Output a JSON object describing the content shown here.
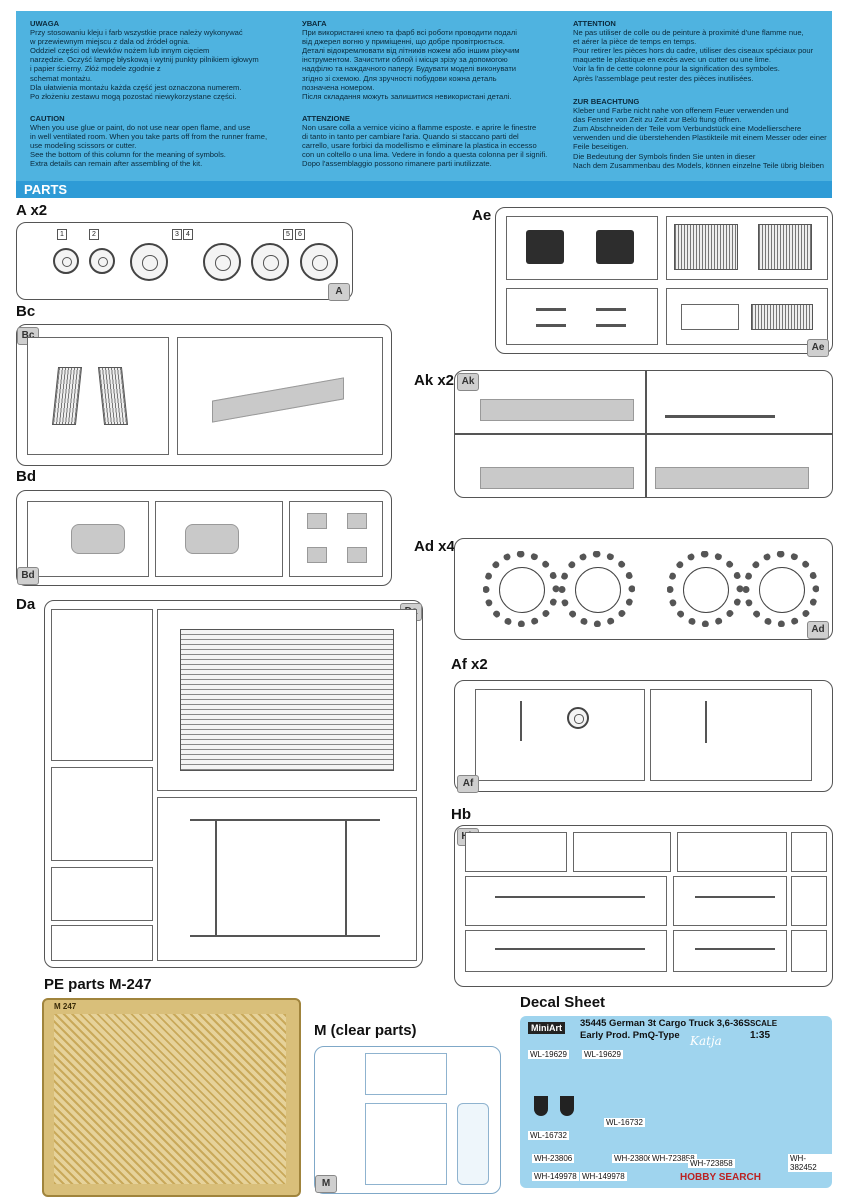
{
  "warnings": {
    "uwaga": {
      "title": "UWAGA",
      "lines": [
        "Przy stosowaniu kleju i farb wszystkie prace należy wykonywać",
        "w przewiewnym miejscu z dala od źródeł ognia.",
        "Oddziel części od wlewków nożem lub innym cięciem",
        "narzędzie. Oczyść lampę błyskową i wytnij punkty pilnikiem igłowym",
        "i papier ścierny. Złóż modele zgodnie z",
        "schemat montażu.",
        "Dla ułatwienia montażu każda część jest oznaczona numerem.",
        "Po złożeniu zestawu mogą pozostać niewykorzystane części."
      ]
    },
    "caution": {
      "title": "CAUTION",
      "lines": [
        "When you use glue or paint, do not use near open flame, and use",
        "in well ventilated room. When you take parts off from the runner frame,",
        "use modeling scissors or cutter.",
        "See the bottom of this column for the meaning of symbols.",
        "Extra details can remain after assembling of the kit."
      ]
    },
    "uvaga": {
      "title": "УВАГА",
      "lines": [
        "При використанні клею та фарб всі роботи проводити подалі",
        "від джерел вогню у приміщенні, що добре провітрюється.",
        "Деталі відокремлювати від літників ножем або іншим ріжучим",
        "інструментом. Зачистити облой і місця зрізу за допомогою",
        "надфілю та наждачного паперу. Будувати моделі виконувати",
        "згідно зі схемою. Для зручності побудови кожна деталь",
        "позначена номером.",
        "Після складання можуть залишитися невикористані деталі."
      ]
    },
    "attenzione": {
      "title": "ATTENZIONE",
      "lines": [
        "Non usare colla a vernice vicino a flamme esposte. e aprire le finestre",
        "di tanto in tanto per cambiare l'aria. Quando si staccano parti del",
        "carrello, usare forbici da modellismo e eliminare la plastica in eccesso",
        "con un coltello o una lima. Vedere in fondo a questa colonna per il signifi.",
        "Dopo l'assemblaggio possono rimanere parti inutilizzate."
      ]
    },
    "attention": {
      "title": "ATTENTION",
      "lines": [
        "Ne pas utiliser de colle ou de peinture à proximité d'une flamme nue,",
        "et aérer la pièce de temps en temps.",
        "Pour retirer les pièces hors du cadre, utiliser des ciseaux spéciaux pour",
        "maquette le plastique en excès avec un cutter ou une lime.",
        "Voir la fin de cette colonne pour la signification des symboles.",
        "Après l'assemblage peut rester des pièces inutilisées."
      ]
    },
    "beachtung": {
      "title": "ZUR BEACHTUNG",
      "lines": [
        "Kleber und Farbe nicht nahe von offenem Feuer verwenden und",
        "das Fenster von Zeit zu Zeit zur Belü ftung öffnen.",
        "Zum Abschneiden der Teile vom Verbundstück eine Modellierschere",
        "verwenden und die überstehenden Plastikteile mit einem Messer oder einer",
        "Feile beseitigen.",
        "Die Bedeutung der Symbols finden Sie unten in dieser",
        "Nach dem Zusammenbau des Models, können einzelne Teile übrig bleiben"
      ]
    }
  },
  "section_title": "PARTS",
  "labels": {
    "a": "A x2",
    "ae": "Ae",
    "bc": "Bc",
    "ak": "Ak x2",
    "bd": "Bd",
    "ad": "Ad x4",
    "da": "Da",
    "af": "Af x2",
    "hb": "Hb",
    "pe": "PE parts  M-247",
    "m": "M (clear parts)",
    "decal": "Decal Sheet"
  },
  "tags": {
    "a": "A",
    "ae": "Ae",
    "bc": "Bc",
    "ak": "Ak",
    "bd": "Bd",
    "ad": "Ad",
    "da": "Da",
    "af": "Af",
    "hb": "Hb",
    "m": "M",
    "pe": "M 247"
  },
  "decal": {
    "brand": "MiniArt",
    "title1": "35445 German 3t Cargo Truck 3,6-36S",
    "title2": "Early Prod. PmQ-Type",
    "scale_label": "SCALE",
    "scale": "1:35",
    "plates": [
      "WL-19629",
      "WL-19629",
      "WL-16732",
      "WL-16732",
      "WH-23806",
      "WH-23806",
      "WH-723858",
      "WH-723858",
      "WH-149978",
      "WH-149978",
      "WH-382452"
    ],
    "script": "Katja",
    "watermark": "HOBBY SEARCH"
  }
}
